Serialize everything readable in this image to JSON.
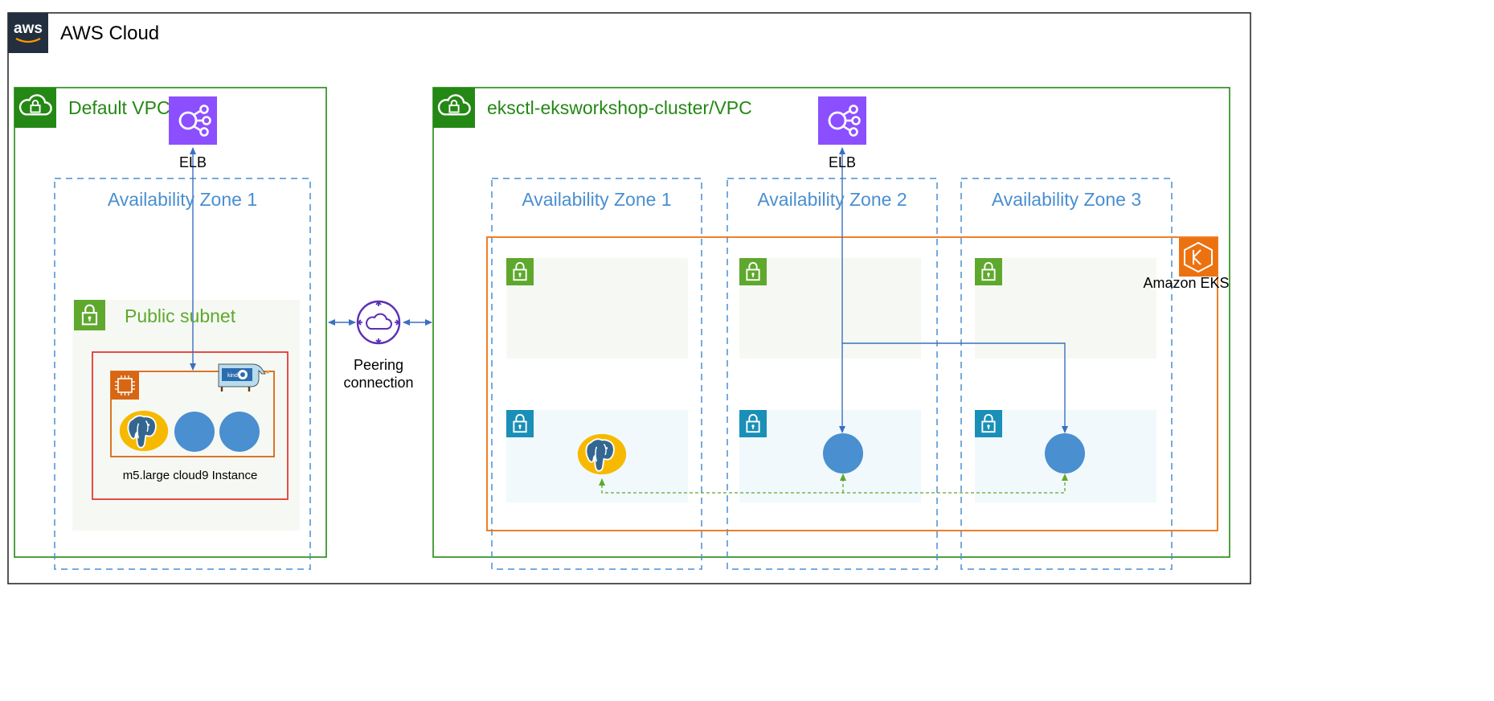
{
  "cloud": {
    "title": "AWS Cloud",
    "logo_text": "aws"
  },
  "default_vpc": {
    "title": "Default VPC",
    "elb_label": "ELB",
    "az_title": "Availability Zone 1",
    "subnet_title": "Public subnet",
    "instance_label": "m5.large cloud9 Instance",
    "kind_label": "kind"
  },
  "peering": {
    "line1": "Peering",
    "line2": "connection"
  },
  "eks_vpc": {
    "title": "eksctl-eksworkshop-cluster/VPC",
    "elb_label": "ELB",
    "az_titles": [
      "Availability Zone 1",
      "Availability Zone 2",
      "Availability Zone 3"
    ],
    "eks_label": "Amazon EKS"
  },
  "colors": {
    "vpc_green": "#248814",
    "az_blue": "#4a8fd0",
    "subnet_public_bg": "#f6f9f3",
    "subnet_private_bg": "#f1f9fc",
    "lock_green": "#5fa82e",
    "lock_teal": "#1a8fb7",
    "elb_purple": "#8c4fff",
    "ec2_orange": "#d86613",
    "eks_orange": "#ec7211",
    "instance_red": "#e53935",
    "postgres_yellow": "#f7b900",
    "pod_blue": "#4a8fd0",
    "peering_purple": "#5a30b5",
    "dotted_green": "#5fa82e"
  },
  "icons": [
    "aws-logo-icon",
    "vpc-cloud-icon",
    "elb-icon",
    "lock-icon",
    "ec2-chip-icon",
    "kind-icon",
    "postgres-icon",
    "peering-icon",
    "eks-icon"
  ]
}
